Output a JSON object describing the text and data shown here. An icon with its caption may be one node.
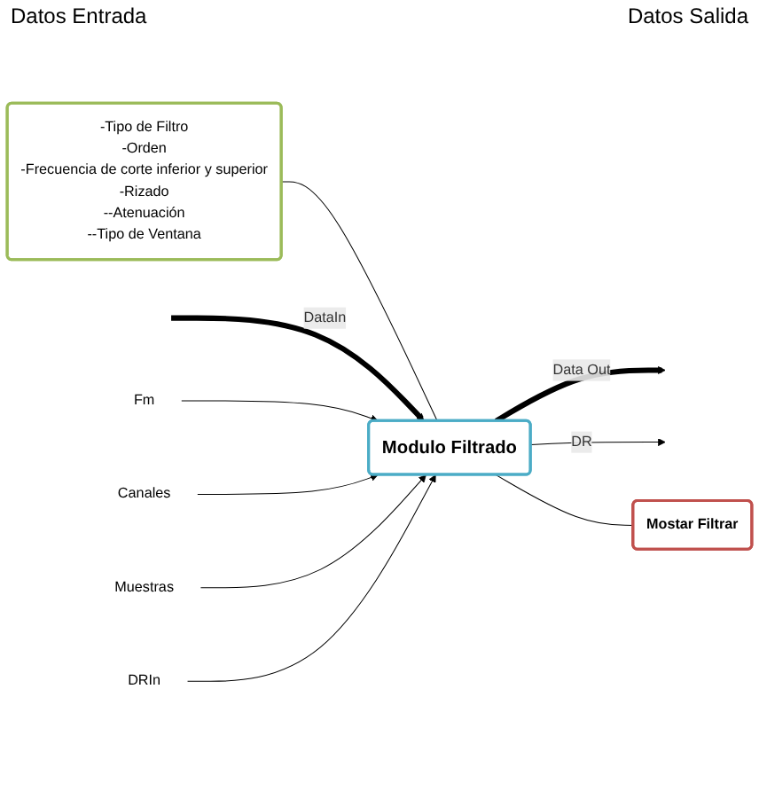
{
  "diagram": {
    "nodes": [
      {
        "text": [
          "-Tipo de Filtro",
          "-Orden",
          "-Frecuencia de corte inferior y superior",
          "-Rizado",
          "--Atenuación",
          "--Tipo de Ventana"
        ]
      },
      {
        "text": [
          "Modulo Filtrado"
        ]
      },
      {
        "text": [
          "Fm"
        ]
      },
      {
        "text": [
          "Canales"
        ]
      },
      {
        "text": [
          "Muestras"
        ]
      },
      {
        "text": [
          "DRIn"
        ]
      },
      {
        "text": [
          "Mostar Filtrar"
        ]
      }
    ],
    "edges": [
      {
        "from": 0,
        "to": 1,
        "arrow": "none"
      },
      {
        "from": null,
        "to": 1,
        "arrow": "to",
        "label": "DataIn",
        "style": "thick"
      },
      {
        "from": 2,
        "to": 1,
        "arrow": "to"
      },
      {
        "from": 3,
        "to": 1,
        "arrow": "to"
      },
      {
        "from": 4,
        "to": 1,
        "arrow": "to"
      },
      {
        "from": 5,
        "to": 1,
        "arrow": "to"
      },
      {
        "from": 1,
        "to": null,
        "arrow": "to",
        "label": "Data Out",
        "style": "thick"
      },
      {
        "from": 1,
        "to": null,
        "arrow": "to",
        "label": "DR"
      },
      {
        "from": 1,
        "to": 6,
        "arrow": "none"
      }
    ],
    "labels": [
      "Datos Entrada",
      "Datos Salida"
    ]
  }
}
